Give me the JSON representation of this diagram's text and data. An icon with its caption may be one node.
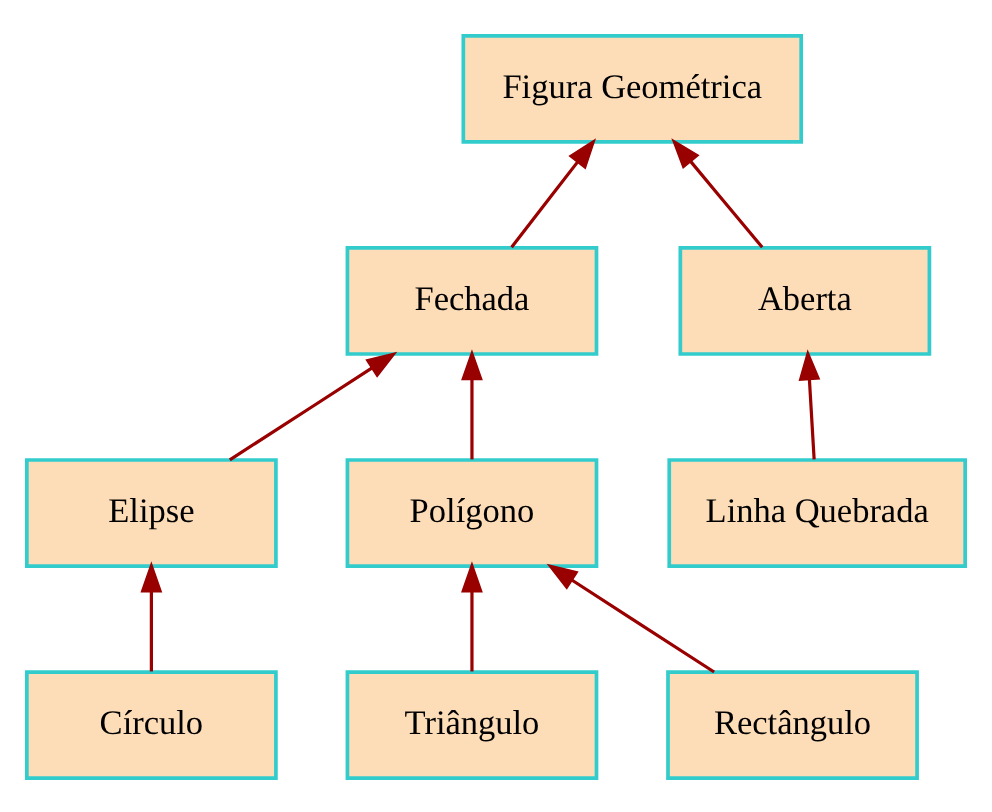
{
  "diagram": {
    "nodes": [
      {
        "text": [
          "Figura Geométrica"
        ]
      },
      {
        "text": [
          "Fechada"
        ]
      },
      {
        "text": [
          "Aberta"
        ]
      },
      {
        "text": [
          "Elipse"
        ]
      },
      {
        "text": [
          "Polígono"
        ]
      },
      {
        "text": [
          "Linha Quebrada"
        ]
      },
      {
        "text": [
          "Círculo"
        ]
      },
      {
        "text": [
          "Triângulo"
        ]
      },
      {
        "text": [
          "Rectângulo"
        ]
      }
    ],
    "edges": [
      {
        "from": 1,
        "to": 0,
        "arrow": "to"
      },
      {
        "from": 2,
        "to": 0,
        "arrow": "to"
      },
      {
        "from": 3,
        "to": 1,
        "arrow": "to"
      },
      {
        "from": 4,
        "to": 1,
        "arrow": "to"
      },
      {
        "from": 5,
        "to": 2,
        "arrow": "to"
      },
      {
        "from": 6,
        "to": 3,
        "arrow": "to"
      },
      {
        "from": 7,
        "to": 4,
        "arrow": "to"
      },
      {
        "from": 8,
        "to": 4,
        "arrow": "to"
      }
    ]
  }
}
